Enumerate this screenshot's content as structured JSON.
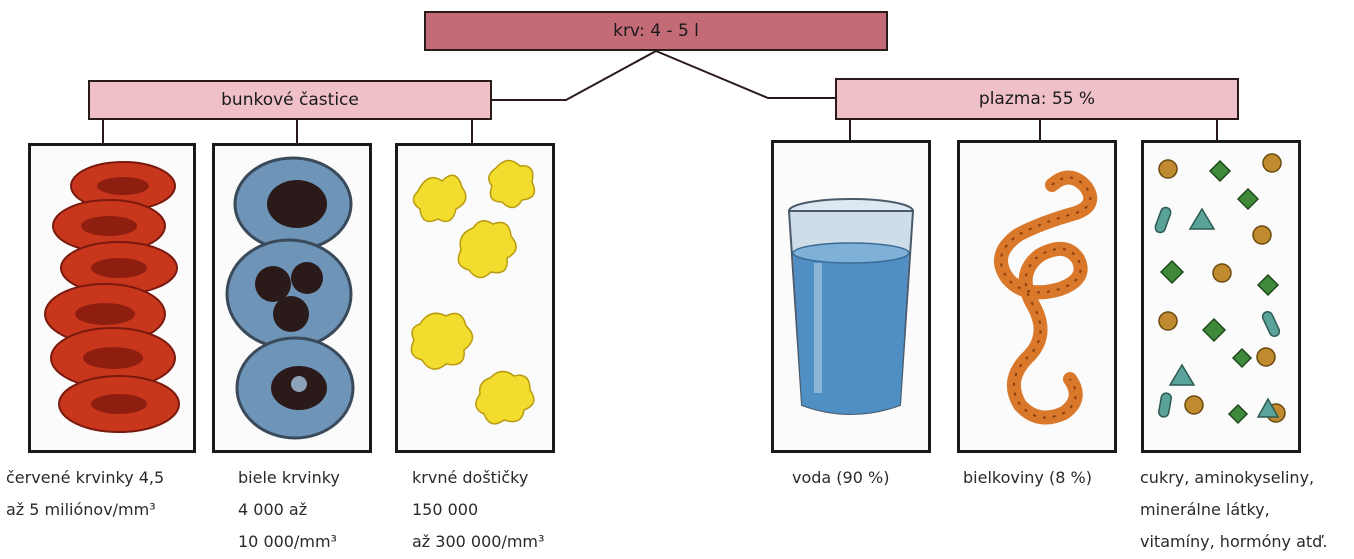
{
  "root": {
    "label": "krv: 4 - 5 l"
  },
  "categories": [
    {
      "label": "bunkové častice",
      "items": [
        {
          "illustration": "red-blood-cells",
          "caption": [
            "červené krvinky 4,5",
            "až 5 miliónov/mm³"
          ]
        },
        {
          "illustration": "white-blood-cells",
          "caption": [
            "biele krvinky",
            "4 000 až",
            "10 000/mm³"
          ]
        },
        {
          "illustration": "platelets",
          "caption": [
            "krvné doštičky",
            "150 000",
            "až 300 000/mm³"
          ]
        }
      ]
    },
    {
      "label": "plazma: 55 %",
      "items": [
        {
          "illustration": "glass-of-water",
          "caption": [
            "voda (90 %)"
          ]
        },
        {
          "illustration": "protein-chain",
          "caption": [
            "bielkoviny (8 %)"
          ]
        },
        {
          "illustration": "molecules-mix",
          "caption": [
            "cukry, aminokyseliny,",
            "minerálne látky,",
            "vitamíny, hormóny atď."
          ]
        }
      ]
    }
  ],
  "colors": {
    "root_fill": "#c46b78",
    "category_fill": "#f0c0c8",
    "line": "#2a1a1a",
    "red_cell": "#c8361c",
    "white_cell_nucleus": "#2a1a1a",
    "white_cell_body": "#6e94b8",
    "platelet": "#f2dc2e",
    "water": "#4f8fc4",
    "protein": "#d9782a",
    "molecule_gold": "#c08a2e",
    "molecule_green": "#3f8a3a",
    "molecule_teal": "#5aa39a"
  }
}
